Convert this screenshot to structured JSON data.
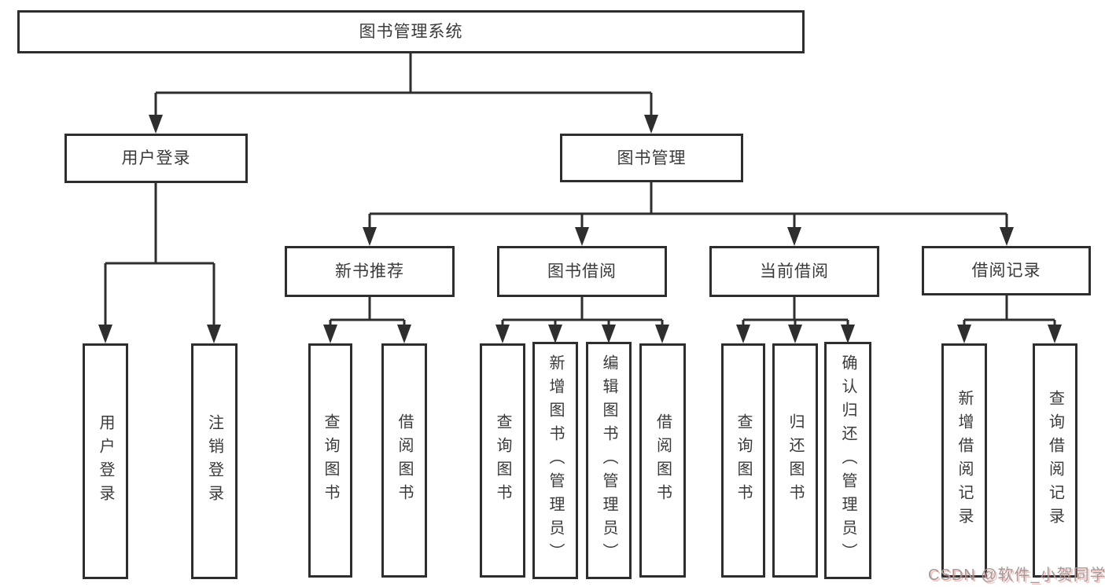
{
  "diagram": {
    "root": {
      "label": "图书管理系统"
    },
    "level2": [
      {
        "label": "用户登录"
      },
      {
        "label": "图书管理"
      }
    ],
    "level3": [
      {
        "label": "新书推荐"
      },
      {
        "label": "图书借阅"
      },
      {
        "label": "当前借阅"
      },
      {
        "label": "借阅记录"
      }
    ],
    "leaves": [
      {
        "label": "用户登录"
      },
      {
        "label": "注销登录"
      },
      {
        "label": "查询图书"
      },
      {
        "label": "借阅图书"
      },
      {
        "label": "查询图书"
      },
      {
        "label": "新增图书（管理员）"
      },
      {
        "label": "编辑图书（管理员）"
      },
      {
        "label": "借阅图书"
      },
      {
        "label": "查询图书"
      },
      {
        "label": "归还图书"
      },
      {
        "label": "确认归还（管理员）"
      },
      {
        "label": "新增借阅记录"
      },
      {
        "label": "查询借阅记录"
      }
    ],
    "colors": {
      "border": "#2e2e2e",
      "text": "#3a3a3a",
      "background": "#ffffff"
    }
  },
  "watermark": {
    "text": "CSDN @软件_小贺同学",
    "color": "#9c9c9c",
    "accent": "#fa6e64"
  }
}
